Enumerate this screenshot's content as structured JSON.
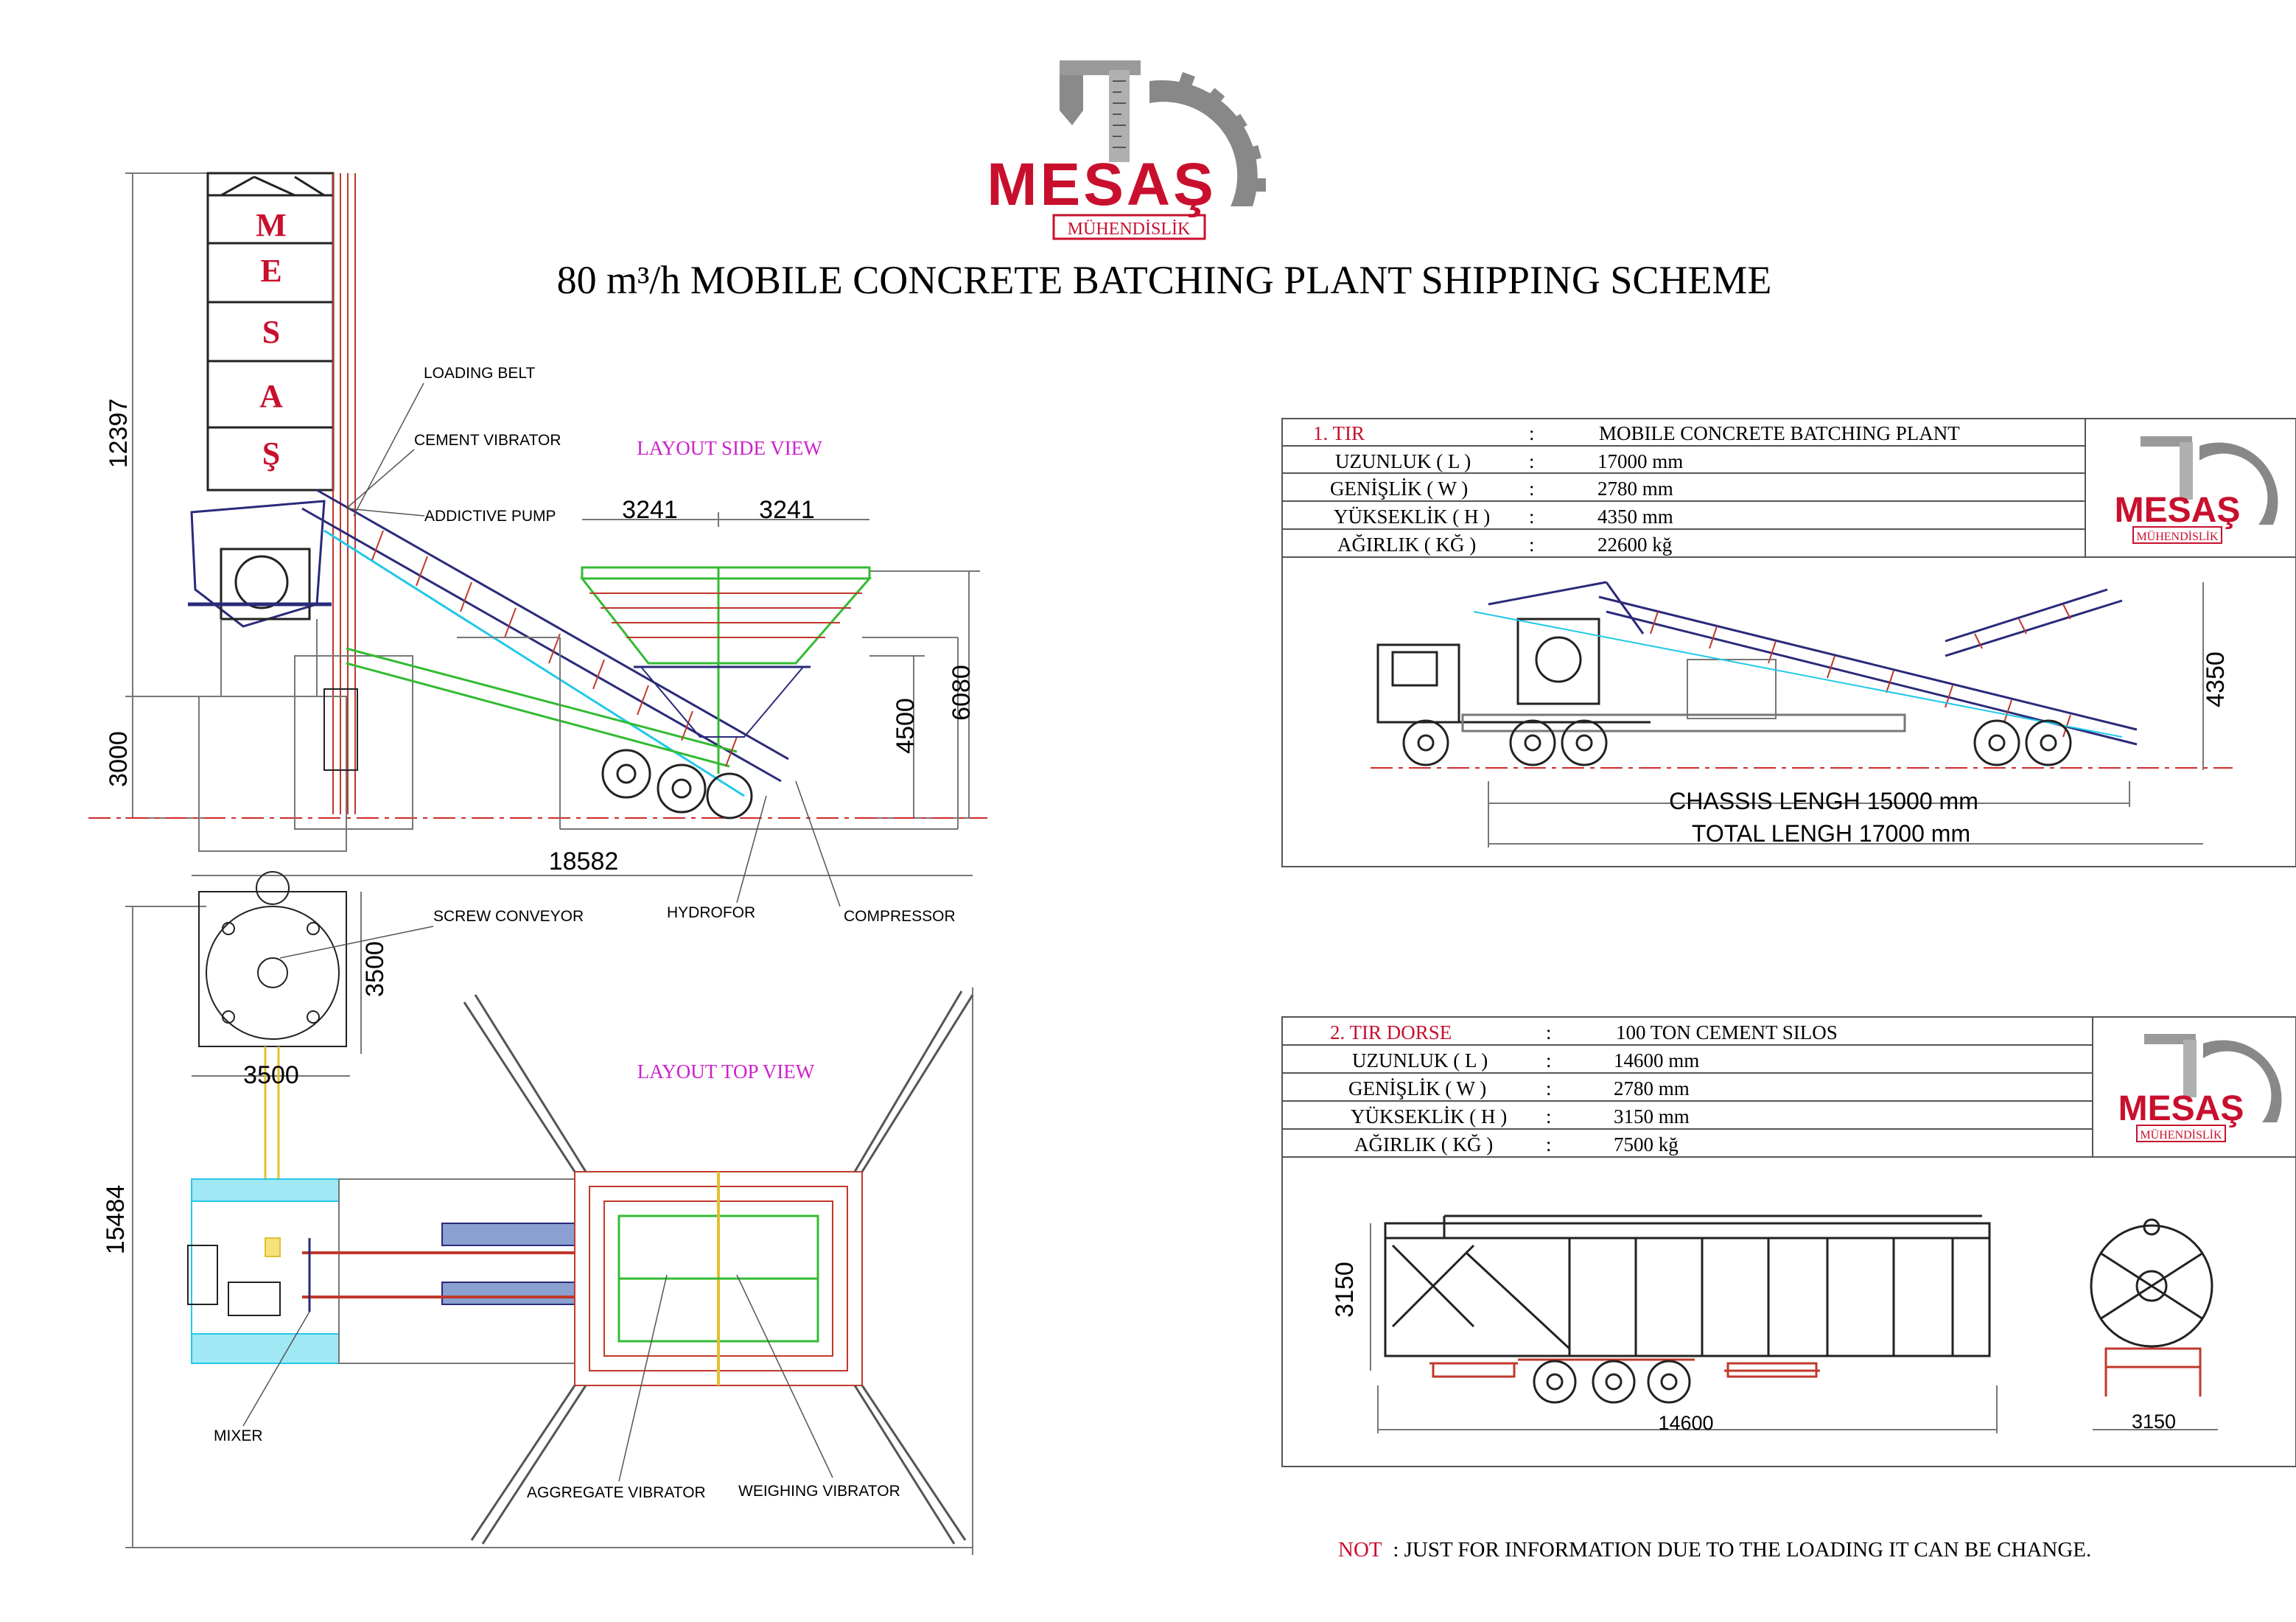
{
  "header": {
    "brand": "MESAŞ",
    "brand_sub": "MÜHENDİSLİK",
    "title": "80 m³/h MOBILE CONCRETE BATCHING PLANT SHIPPING SCHEME"
  },
  "silo_letters": [
    "M",
    "E",
    "S",
    "A",
    "Ş"
  ],
  "side_view": {
    "title": "LAYOUT SIDE VIEW",
    "dims": {
      "silo_height": "12397",
      "base_height": "3000",
      "bin_left": "3241",
      "bin_right": "3241",
      "height_4500": "4500",
      "height_6080": "6080",
      "total_length": "18582"
    },
    "labels": {
      "loading_belt": "LOADING BELT",
      "cement_vibrator": "CEMENT VIBRATOR",
      "addictive_pump": "ADDICTIVE PUMP",
      "hydrofor": "HYDROFOR",
      "compressor": "COMPRESSOR"
    }
  },
  "top_view": {
    "title": "LAYOUT TOP VIEW",
    "dims": {
      "silo_width": "3500",
      "silo_depth": "3500",
      "total_depth": "15484"
    },
    "labels": {
      "screw_conveyor": "SCREW CONVEYOR",
      "mixer": "MIXER",
      "aggregate_vibrator": "AGGREGATE VIBRATOR",
      "weighing_vibrator": "WEIGHING VIBRATOR"
    }
  },
  "truck1": {
    "table": {
      "rows": [
        {
          "label": "1. TIR",
          "colon": ":",
          "value": "MOBILE CONCRETE BATCHING PLANT"
        },
        {
          "label": "UZUNLUK ( L )",
          "colon": ":",
          "value": "17000 mm"
        },
        {
          "label": "GENİŞLİK ( W )",
          "colon": ":",
          "value": "2780 mm"
        },
        {
          "label": "YÜKSEKLİK ( H )",
          "colon": ":",
          "value": "4350 mm"
        },
        {
          "label": "AĞIRLIK ( KĞ )",
          "colon": ":",
          "value": "22600 kğ"
        }
      ]
    },
    "dims": {
      "height": "4350",
      "chassis": "CHASSIS LENGH 15000 mm",
      "total": "TOTAL LENGH 17000 mm"
    }
  },
  "truck2": {
    "table": {
      "rows": [
        {
          "label": "2. TIR DORSE",
          "colon": ":",
          "value": "100 TON CEMENT SILOS"
        },
        {
          "label": "UZUNLUK ( L )",
          "colon": ":",
          "value": "14600 mm"
        },
        {
          "label": "GENİŞLİK ( W )",
          "colon": ":",
          "value": "2780 mm"
        },
        {
          "label": "YÜKSEKLİK ( H )",
          "colon": ":",
          "value": "3150 mm"
        },
        {
          "label": "AĞIRLIK ( KĞ )",
          "colon": ":",
          "value": "7500 kğ"
        }
      ]
    },
    "dims": {
      "height": "3150",
      "length": "14600",
      "width": "3150"
    }
  },
  "note": {
    "label": "NOT",
    "text": ": JUST FOR INFORMATION DUE TO THE LOADING IT CAN BE CHANGE."
  },
  "colors": {
    "brand_red": "#c8102e",
    "magenta": "#cc22cc",
    "cyan": "#22c8e8",
    "green": "#33bb33",
    "navy": "#2a2a7a",
    "gray": "#8a8a8a"
  }
}
